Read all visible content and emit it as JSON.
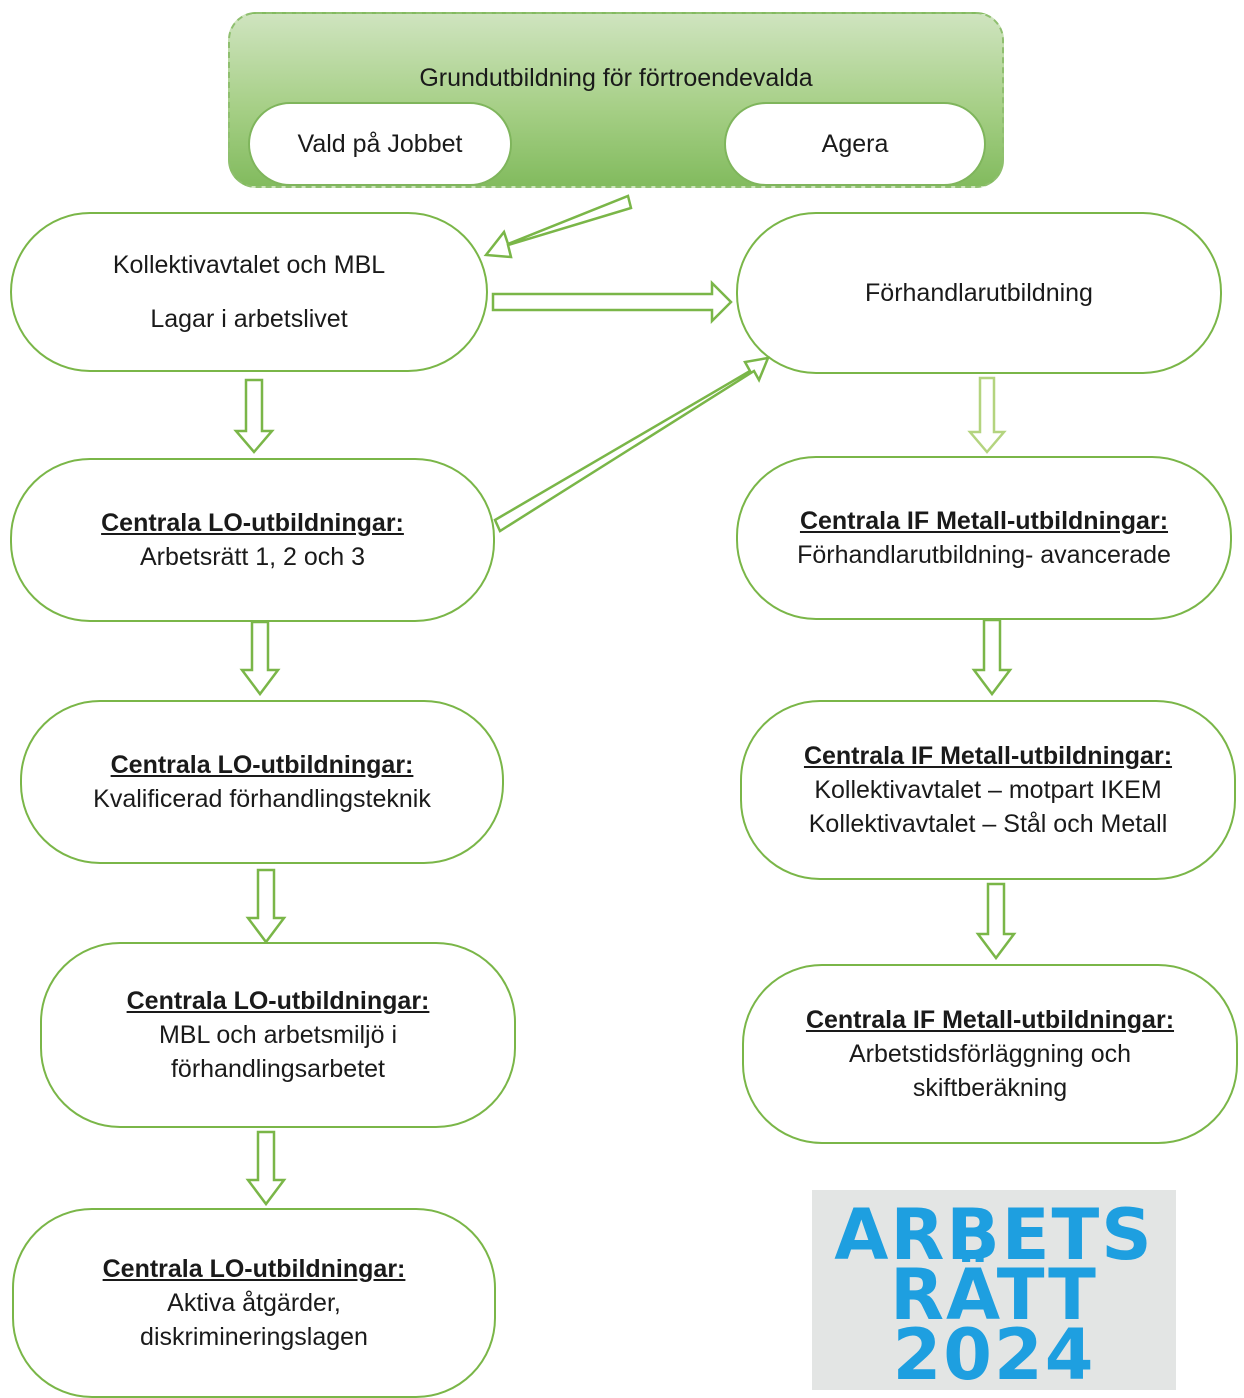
{
  "banner": {
    "title": "Grundutbildning för förtroendevalda",
    "left_pill": "Vald på Jobbet",
    "right_pill": "Agera"
  },
  "left": {
    "n1": {
      "line1": "Kollektivavtalet och MBL",
      "line2": "Lagar i arbetslivet"
    },
    "n2": {
      "header": "Centrala LO-utbildningar:",
      "line1": "Arbetsrätt 1, 2 och 3"
    },
    "n3": {
      "header": "Centrala LO-utbildningar:",
      "line1": "Kvalificerad förhandlingsteknik"
    },
    "n4": {
      "header": "Centrala LO-utbildningar:",
      "line1": "MBL och arbetsmiljö i",
      "line2": "förhandlingsarbetet"
    },
    "n5": {
      "header": "Centrala LO-utbildningar:",
      "line1": "Aktiva åtgärder,",
      "line2": "diskrimineringslagen"
    }
  },
  "right": {
    "n1": {
      "line1": "Förhandlarutbildning"
    },
    "n2": {
      "header": "Centrala IF Metall-utbildningar:",
      "line1": "Förhandlarutbildning- avancerade"
    },
    "n3": {
      "header": "Centrala IF Metall-utbildningar:",
      "line1": "Kollektivavtalet – motpart IKEM",
      "line2": "Kollektivavtalet – Stål och Metall"
    },
    "n4": {
      "header": "Centrala IF Metall-utbildningar:",
      "line1": "Arbetstidsförläggning och",
      "line2": "skiftberäkning"
    }
  },
  "logo": {
    "line1": "ARBETS",
    "line2": "RÄTT",
    "line3": "2024"
  },
  "colors": {
    "outline": "#7ab648",
    "banner": "#a6cf86",
    "logo_text": "#1e9fe0",
    "logo_bg": "#e3e5e4"
  }
}
